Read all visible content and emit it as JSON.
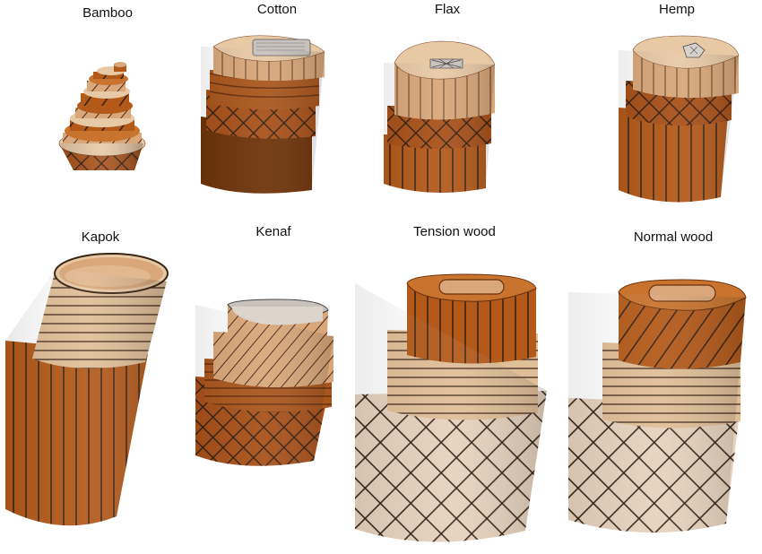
{
  "figure": {
    "panels": [
      {
        "id": "bamboo",
        "label": "Bamboo"
      },
      {
        "id": "cotton",
        "label": "Cotton"
      },
      {
        "id": "flax",
        "label": "Flax"
      },
      {
        "id": "hemp",
        "label": "Hemp"
      },
      {
        "id": "kapok",
        "label": "Kapok"
      },
      {
        "id": "kenaf",
        "label": "Kenaf"
      },
      {
        "id": "tension-wood",
        "label": "Tension wood"
      },
      {
        "id": "normal-wood",
        "label": "Normal wood"
      }
    ]
  },
  "colors": {
    "dark_brown": "#7a3a0c",
    "mid_brown": "#b35a1b",
    "orange_brown": "#c8742e",
    "tan": "#d9a77a",
    "light_tan": "#e8c9a6",
    "cream": "#efe0cf",
    "grey": "#c9c2bc",
    "line": "#2a1a10"
  }
}
